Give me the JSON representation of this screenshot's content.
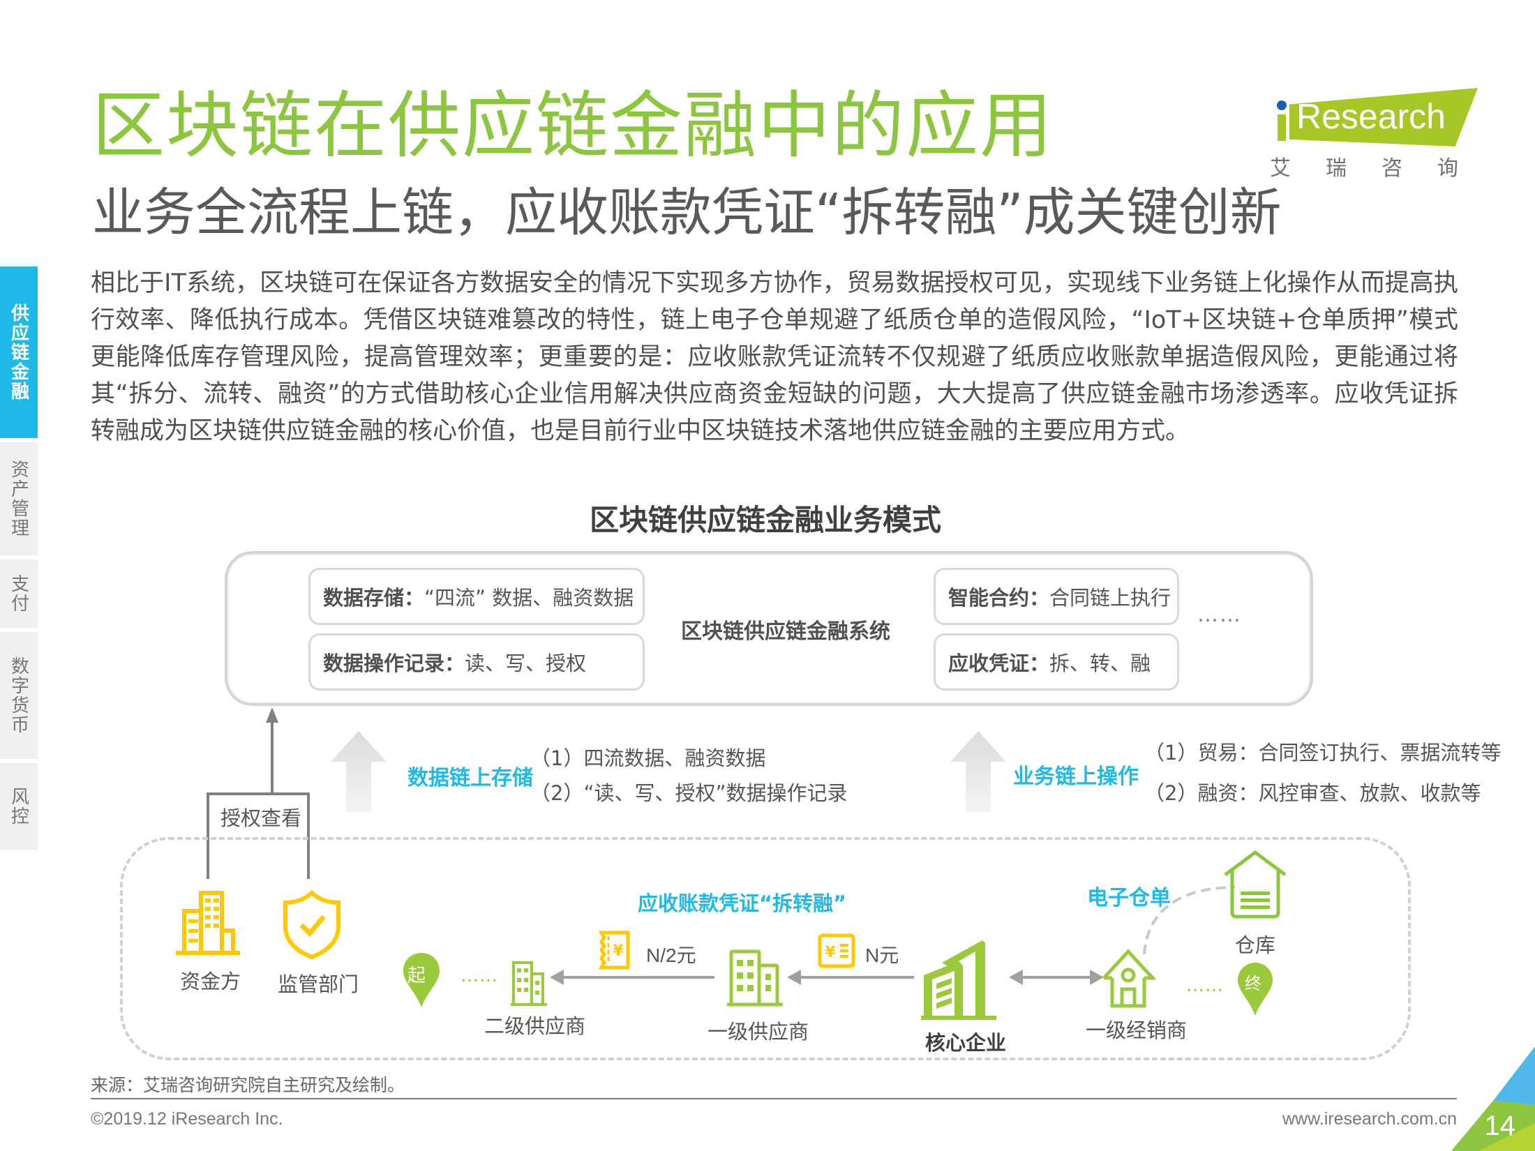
{
  "header": {
    "title": "区块链在供应链金融中的应用",
    "subtitle": "业务全流程上链，应收账款凭证“拆转融”成关键创新"
  },
  "logo": {
    "brand": "Research",
    "brand_prefix": "i",
    "chinese": [
      "艾",
      "瑞",
      "咨",
      "询"
    ],
    "colors": {
      "banner": "#a5c827",
      "dot": "#1f5fa8"
    }
  },
  "sidebar": {
    "items": [
      {
        "label": "供应链金融",
        "active": true
      },
      {
        "label": "资产管理",
        "active": false
      },
      {
        "label": "支付",
        "active": false
      },
      {
        "label": "数字货币",
        "active": false
      },
      {
        "label": "风控",
        "active": false
      }
    ],
    "active_color": "#1fb9e8"
  },
  "body": {
    "paragraph": "相比于IT系统，区块链可在保证各方数据安全的情况下实现多方协作，贸易数据授权可见，实现线下业务链上化操作从而提高执行效率、降低执行成本。凭借区块链难篡改的特性，链上电子仓单规避了纸质仓单的造假风险，“IoT+区块链+仓单质押”模式更能降低库存管理风险，提高管理效率；更重要的是：应收账款凭证流转不仅规避了纸质应收账款单据造假风险，更能通过将其“拆分、流转、融资”的方式借助核心企业信用解决供应商资金短缺的问题，大大提高了供应链金融市场渗透率。应收凭证拆转融成为区块链供应链金融的核心价值，也是目前行业中区块链技术落地供应链金融的主要应用方式。"
  },
  "diagram": {
    "title": "区块链供应链金融业务模式",
    "system": {
      "center_label": "区块链供应链金融系统",
      "ellipsis": "……",
      "boxes": [
        {
          "key": "数据存储：",
          "value": "“四流” 数据、融资数据"
        },
        {
          "key": "数据操作记录：",
          "value": "读、写、授权"
        },
        {
          "key": "智能合约：",
          "value": "合同链上执行"
        },
        {
          "key": "应收凭证：",
          "value": "拆、转、融"
        }
      ]
    },
    "auth_view_label": "授权查看",
    "left_flow": {
      "tag": "数据链上存储",
      "items": [
        "（1）四流数据、融资数据",
        "（2）“读、写、授权”数据操作记录"
      ]
    },
    "right_flow": {
      "tag": "业务链上操作",
      "items": [
        "（1）贸易：合同签订执行、票据流转等",
        "（2）融资：风控审查、放款、收款等"
      ]
    },
    "receivable_tag": "应收账款凭证“拆转融”",
    "warehouse_receipt_tag": "电子仓单",
    "nodes": {
      "funder": "资金方",
      "regulator": "监管部门",
      "start": "起",
      "secondary_supplier": "二级供应商",
      "primary_supplier": "一级供应商",
      "core_enterprise": "核心企业",
      "primary_distributor": "一级经销商",
      "warehouse": "仓库",
      "end": "终"
    },
    "amounts": {
      "half": "N/2元",
      "full": "N元"
    },
    "dots": "……",
    "colors": {
      "green": "#9bc93c",
      "yellow": "#ffc800",
      "blue": "#1fb9e8",
      "gray": "#a0a0a0"
    }
  },
  "footer": {
    "source": "来源：艾瑞咨询研究院自主研究及绘制。",
    "copyright": "©2019.12 iResearch Inc.",
    "website": "www.iresearch.com.cn",
    "page_number": "14"
  }
}
